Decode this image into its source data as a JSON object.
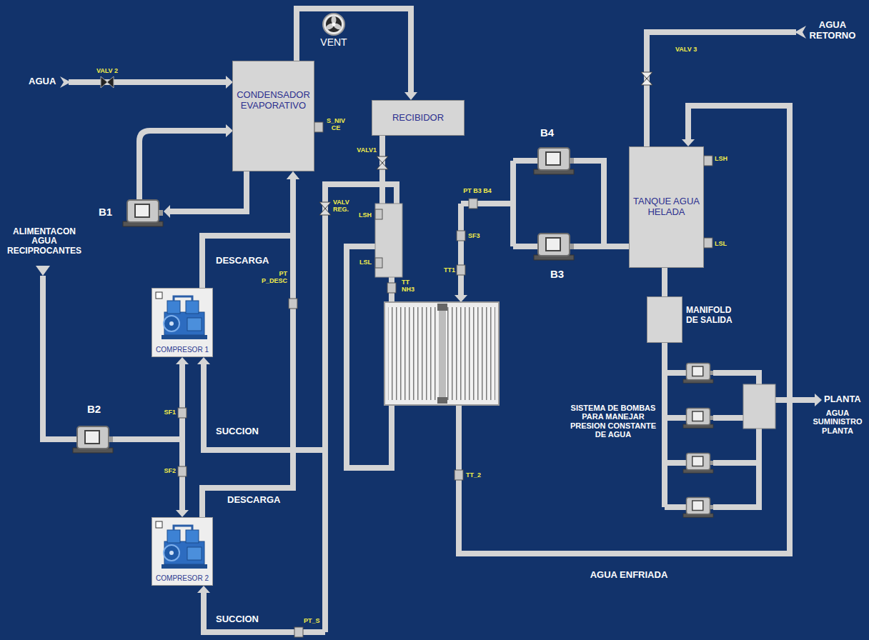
{
  "diagram": {
    "nodes": [
      {
        "text": [
          "CONDENSADOR EVAPORATIVO"
        ]
      },
      {
        "text": [
          "RECIBIDOR"
        ]
      },
      {
        "text": [
          "TANQUE AGUA HELADA"
        ]
      },
      {
        "text": [
          "MANIFOLD DE SALIDA"
        ]
      },
      {
        "text": [
          "COMPRESOR 1"
        ]
      },
      {
        "text": [
          "COMPRESOR 2"
        ]
      }
    ],
    "edges": [
      {
        "from": 0,
        "to": 1,
        "arrow": "to"
      },
      {
        "from": 4,
        "to": 0,
        "arrow": "to"
      },
      {
        "from": 5,
        "to": 0,
        "arrow": "to"
      },
      {
        "from": 2,
        "to": 3,
        "arrow": "none"
      }
    ],
    "labels": [
      "AGUA",
      "VALV 2",
      "VENT",
      "S_NIV CE",
      "B1",
      "VALV1",
      "B4",
      "PT B3 B4",
      "LSH",
      "VALV 3",
      "AGUA RETORNO",
      "ALIMENTACON AGUA RECIPROCANTES",
      "DESCARGA",
      "PT P_DESC",
      "VALV REG.",
      "LSH",
      "LSL",
      "SF3",
      "TT1",
      "TT NH3",
      "B3",
      "LSL",
      "B2",
      "SF1",
      "SUCCION",
      "SF2",
      "DESCARGA",
      "SISTEMA DE BOMBAS PARA MANEJAR PRESION CONSTANTE DE AGUA",
      "PLANTA",
      "AGUA SUMINISTRO PLANTA",
      "TT_2",
      "AGUA ENFRIADA",
      "SUCCION",
      "PT_S"
    ]
  }
}
